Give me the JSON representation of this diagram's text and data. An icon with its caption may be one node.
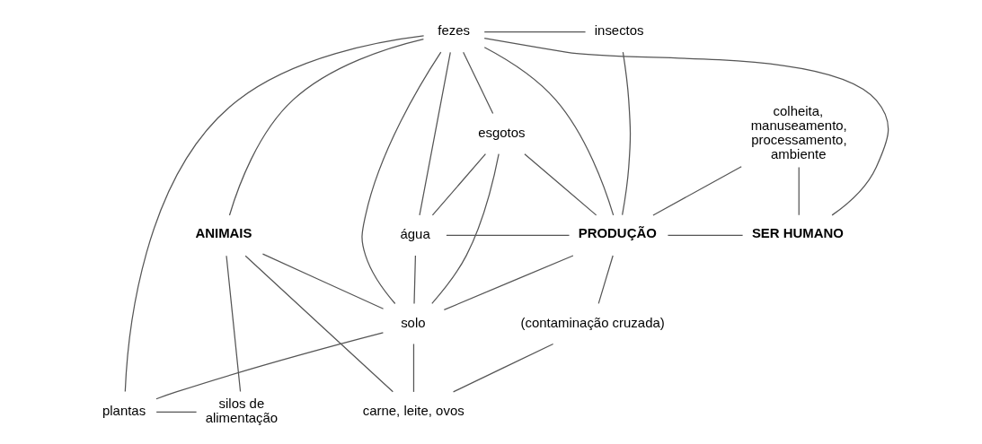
{
  "diagram": {
    "nodes": [
      {
        "text": [
          "fezes"
        ]
      },
      {
        "text": [
          "insectos"
        ]
      },
      {
        "text": [
          "esgotos"
        ]
      },
      {
        "text": [
          "colheita, manuseamento, processamento, ambiente"
        ]
      },
      {
        "text": [
          "ANIMAIS"
        ]
      },
      {
        "text": [
          "água"
        ]
      },
      {
        "text": [
          "PRODUÇÃO"
        ]
      },
      {
        "text": [
          "SER HUMANO"
        ]
      },
      {
        "text": [
          "solo"
        ]
      },
      {
        "text": [
          "(contaminação cruzada)"
        ]
      },
      {
        "text": [
          "plantas"
        ]
      },
      {
        "text": [
          "silos de alimentação"
        ]
      },
      {
        "text": [
          "carne, leite, ovos"
        ]
      }
    ],
    "edges": [
      {
        "from": 0,
        "to": 1,
        "arrow": "none"
      },
      {
        "from": 0,
        "to": 7,
        "arrow": "none"
      },
      {
        "from": 0,
        "to": 10,
        "arrow": "none"
      },
      {
        "from": 0,
        "to": 4,
        "arrow": "none"
      },
      {
        "from": 0,
        "to": 2,
        "arrow": "none"
      },
      {
        "from": 0,
        "to": 5,
        "arrow": "none"
      },
      {
        "from": 0,
        "to": 8,
        "arrow": "none"
      },
      {
        "from": 0,
        "to": 6,
        "arrow": "none"
      },
      {
        "from": 1,
        "to": 6,
        "arrow": "none"
      },
      {
        "from": 2,
        "to": 6,
        "arrow": "none"
      },
      {
        "from": 2,
        "to": 5,
        "arrow": "none"
      },
      {
        "from": 2,
        "to": 8,
        "arrow": "none"
      },
      {
        "from": 3,
        "to": 6,
        "arrow": "none"
      },
      {
        "from": 3,
        "to": 7,
        "arrow": "none"
      },
      {
        "from": 5,
        "to": 6,
        "arrow": "none"
      },
      {
        "from": 5,
        "to": 8,
        "arrow": "none"
      },
      {
        "from": 6,
        "to": 7,
        "arrow": "none"
      },
      {
        "from": 4,
        "to": 8,
        "arrow": "none"
      },
      {
        "from": 4,
        "to": 12,
        "arrow": "none"
      },
      {
        "from": 4,
        "to": 11,
        "arrow": "none"
      },
      {
        "from": 6,
        "to": 8,
        "arrow": "none"
      },
      {
        "from": 6,
        "to": 9,
        "arrow": "none"
      },
      {
        "from": 9,
        "to": 12,
        "arrow": "none"
      },
      {
        "from": 8,
        "to": 10,
        "arrow": "none"
      },
      {
        "from": 8,
        "to": 12,
        "arrow": "none"
      },
      {
        "from": 10,
        "to": 11,
        "arrow": "none"
      }
    ]
  }
}
